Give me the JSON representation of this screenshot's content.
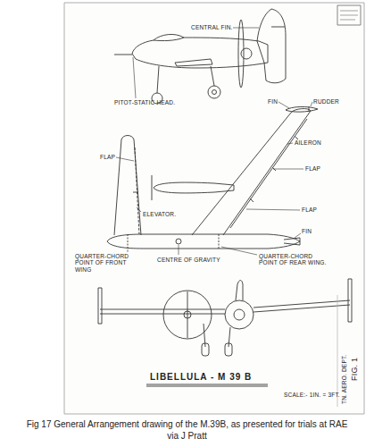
{
  "diagram": {
    "title": "LIBELLULA - M 39 B",
    "caption": "Fig 17 General Arrangement drawing of the M.39B, as presented for trials at RAE via J Pratt",
    "labels": [
      "CENTRAL FIN.",
      "PITOT-STATIC HEAD.",
      "FIN",
      "RUDDER",
      "AILERON",
      "FLAP",
      "FLAP",
      "ELEVATOR.",
      "FLAP",
      "FIN",
      "QUARTER-CHORD POINT OF FRONT WING",
      "CENTRE OF GRAVITY",
      "QUARTER-CHORD POINT OF REAR WING.",
      "SCALE:- 1IN. = 3FT.",
      "TN. AERO. DEPT.",
      "FIG. 1"
    ]
  }
}
